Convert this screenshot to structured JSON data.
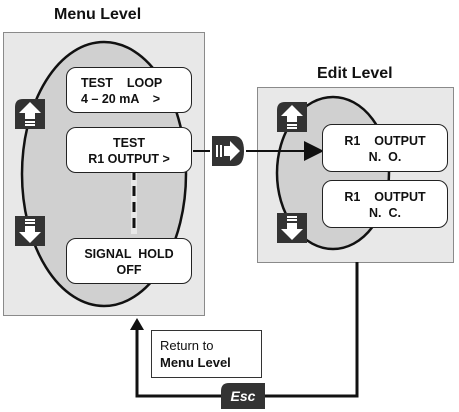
{
  "menu_level": {
    "title": "Menu Level",
    "items": [
      {
        "line1": "TEST    LOOP",
        "line2": "4 – 20 mA    >"
      },
      {
        "line1": "TEST",
        "line2": "R1 OUTPUT >"
      },
      {
        "line1": "SIGNAL  HOLD",
        "line2": "OFF"
      }
    ]
  },
  "edit_level": {
    "title": "Edit Level",
    "items": [
      {
        "line1": "R1    OUTPUT",
        "line2": "N.  O."
      },
      {
        "line1": "R1    OUTPUT",
        "line2": "N.  C."
      }
    ]
  },
  "return_note": {
    "line1": "Return to",
    "line2": "Menu Level"
  },
  "keys": {
    "esc_label": "Esc",
    "up": "up-arrow-icon",
    "down": "down-arrow-icon",
    "enter": "enter-arrow-icon"
  },
  "colors": {
    "panel": "#e8e8e8",
    "loop_fill": "#d0d0d0",
    "key_fill": "#333333",
    "line": "#111111"
  }
}
